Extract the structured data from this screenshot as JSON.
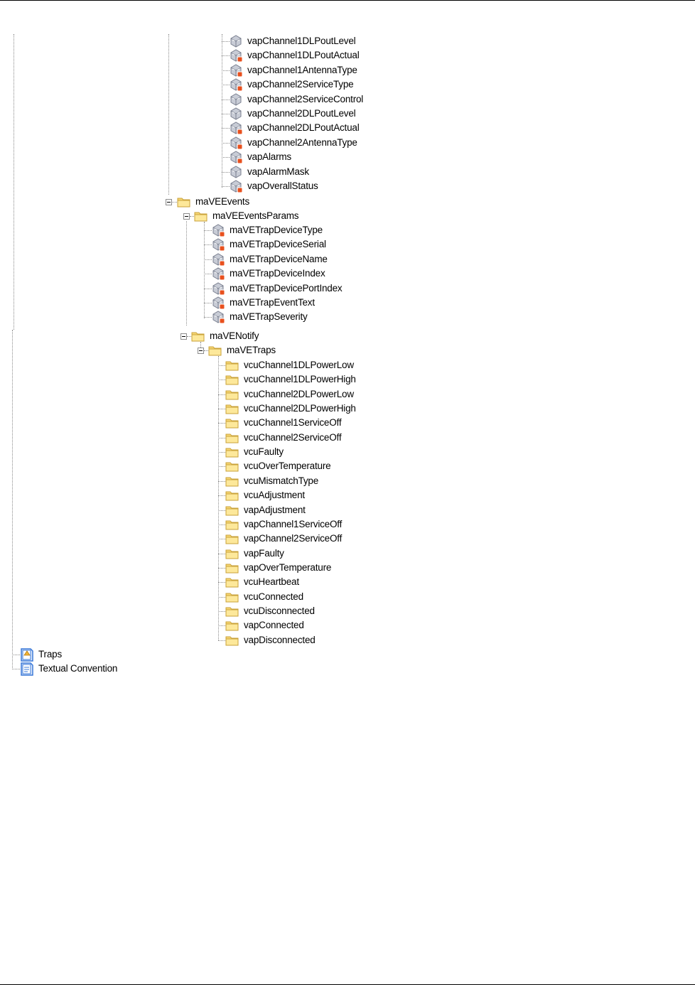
{
  "tree": {
    "vap_params_items": [
      {
        "label": "vapChannel1DLPoutLevel",
        "icon": "object-icon",
        "status": "normal"
      },
      {
        "label": "vapChannel1DLPoutActual",
        "icon": "object-icon",
        "status": "read-only"
      },
      {
        "label": "vapChannel1AntennaType",
        "icon": "object-icon",
        "status": "read-only"
      },
      {
        "label": "vapChannel2ServiceType",
        "icon": "object-icon",
        "status": "read-only"
      },
      {
        "label": "vapChannel2ServiceControl",
        "icon": "object-icon",
        "status": "normal"
      },
      {
        "label": "vapChannel2DLPoutLevel",
        "icon": "object-icon",
        "status": "normal"
      },
      {
        "label": "vapChannel2DLPoutActual",
        "icon": "object-icon",
        "status": "read-only"
      },
      {
        "label": "vapChannel2AntennaType",
        "icon": "object-icon",
        "status": "read-only"
      },
      {
        "label": "vapAlarms",
        "icon": "object-icon",
        "status": "read-only"
      },
      {
        "label": "vapAlarmMask",
        "icon": "object-icon",
        "status": "normal"
      },
      {
        "label": "vapOverallStatus",
        "icon": "object-icon",
        "status": "read-only"
      }
    ],
    "mave_events": {
      "label": "maVEEvents",
      "icon": "folder-icon"
    },
    "mave_events_params": {
      "label": "maVEEventsParams",
      "icon": "folder-icon"
    },
    "event_params_items": [
      {
        "label": "maVETrapDeviceType",
        "icon": "object-icon",
        "status": "read-only"
      },
      {
        "label": "maVETrapDeviceSerial",
        "icon": "object-icon",
        "status": "read-only"
      },
      {
        "label": "maVETrapDeviceName",
        "icon": "object-icon",
        "status": "read-only"
      },
      {
        "label": "maVETrapDeviceIndex",
        "icon": "object-icon",
        "status": "read-only"
      },
      {
        "label": "maVETrapDevicePortIndex",
        "icon": "object-icon",
        "status": "read-only"
      },
      {
        "label": "maVETrapEventText",
        "icon": "object-icon",
        "status": "read-only"
      },
      {
        "label": "maVETrapSeverity",
        "icon": "object-icon",
        "status": "read-only"
      }
    ],
    "mave_notify": {
      "label": "maVENotify",
      "icon": "folder-icon"
    },
    "mave_traps": {
      "label": "maVETraps",
      "icon": "folder-icon"
    },
    "trap_items": [
      {
        "label": "vcuChannel1DLPowerLow",
        "icon": "folder-icon"
      },
      {
        "label": "vcuChannel1DLPowerHigh",
        "icon": "folder-icon"
      },
      {
        "label": "vcuChannel2DLPowerLow",
        "icon": "folder-icon"
      },
      {
        "label": "vcuChannel2DLPowerHigh",
        "icon": "folder-icon"
      },
      {
        "label": "vcuChannel1ServiceOff",
        "icon": "folder-icon"
      },
      {
        "label": "vcuChannel2ServiceOff",
        "icon": "folder-icon"
      },
      {
        "label": "vcuFaulty",
        "icon": "folder-icon"
      },
      {
        "label": "vcuOverTemperature",
        "icon": "folder-icon"
      },
      {
        "label": "vcuMismatchType",
        "icon": "folder-icon"
      },
      {
        "label": "vcuAdjustment",
        "icon": "folder-icon"
      },
      {
        "label": "vapAdjustment",
        "icon": "folder-icon"
      },
      {
        "label": "vapChannel1ServiceOff",
        "icon": "folder-icon"
      },
      {
        "label": "vapChannel2ServiceOff",
        "icon": "folder-icon"
      },
      {
        "label": "vapFaulty",
        "icon": "folder-icon"
      },
      {
        "label": "vapOverTemperature",
        "icon": "folder-icon"
      },
      {
        "label": "vcuHeartbeat",
        "icon": "folder-icon"
      },
      {
        "label": "vcuConnected",
        "icon": "folder-icon"
      },
      {
        "label": "vcuDisconnected",
        "icon": "folder-icon"
      },
      {
        "label": "vapConnected",
        "icon": "folder-icon"
      },
      {
        "label": "vapDisconnected",
        "icon": "folder-icon"
      }
    ],
    "root_items": [
      {
        "label": "Traps",
        "icon": "traps-icon"
      },
      {
        "label": "Textual Convention",
        "icon": "textual-convention-icon"
      }
    ]
  },
  "colors": {
    "folder": "#f7d774",
    "object": "#c8ccd6",
    "status_badge": "#e8501e",
    "tree_line": "#8a8a8a",
    "book": "#3a78d8"
  }
}
